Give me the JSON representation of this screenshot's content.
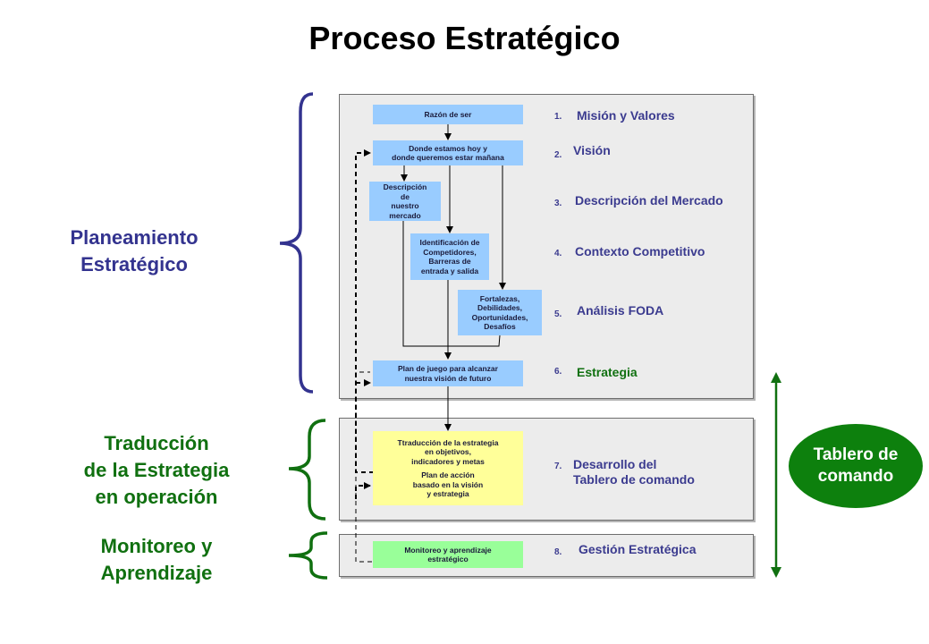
{
  "title": "Proceso Estratégico",
  "sections": {
    "planeamiento": "Planeamiento\nEstratégico",
    "traduccion": "Traducción\nde la Estrategia\nen operación",
    "monitoreo": "Monitoreo y\nAprendizaje"
  },
  "boxes": {
    "razon": "Razón de ser",
    "donde": "Donde estamos hoy y\ndonde queremos estar mañana",
    "descripcion": "Descripción\nde\nnuestro\nmercado",
    "identificacion": "Identificación de\nCompetidores,\nBarreras de\nentrada y salida",
    "fortalezas": "Fortalezas,\nDebilidades,\nOportunidades,\nDesafíos",
    "plan_juego": "Plan de juego para alcanzar\nnuestra visión de futuro",
    "traduccion": "Ttraducción de la estrategia\nen objetivos,\nindicadores y metas",
    "plan_accion": "Plan de acción\nbasado en la visión\ny estrategia",
    "monitoreo": "Monitoreo y aprendizaje\nestratégico"
  },
  "steps": [
    {
      "num": "1.",
      "label": "Misión  y Valores"
    },
    {
      "num": "2.",
      "label": "Visión"
    },
    {
      "num": "3.",
      "label": "Descripción del Mercado"
    },
    {
      "num": "4.",
      "label": "Contexto Competitivo"
    },
    {
      "num": "5.",
      "label": "Análisis FODA"
    },
    {
      "num": "6.",
      "label": "Estrategia"
    },
    {
      "num": "7.",
      "label": "Desarrollo del\nTablero de comando"
    },
    {
      "num": "8.",
      "label": "Gestión Estratégica"
    }
  ],
  "tablero": "Tablero de\ncomando",
  "colors": {
    "planeamiento": "#33338f",
    "traduccion": "#107010",
    "box_blue": "#99ccff",
    "box_yellow": "#ffff99",
    "box_green": "#99ff99",
    "tablero_green": "#0d800d"
  }
}
